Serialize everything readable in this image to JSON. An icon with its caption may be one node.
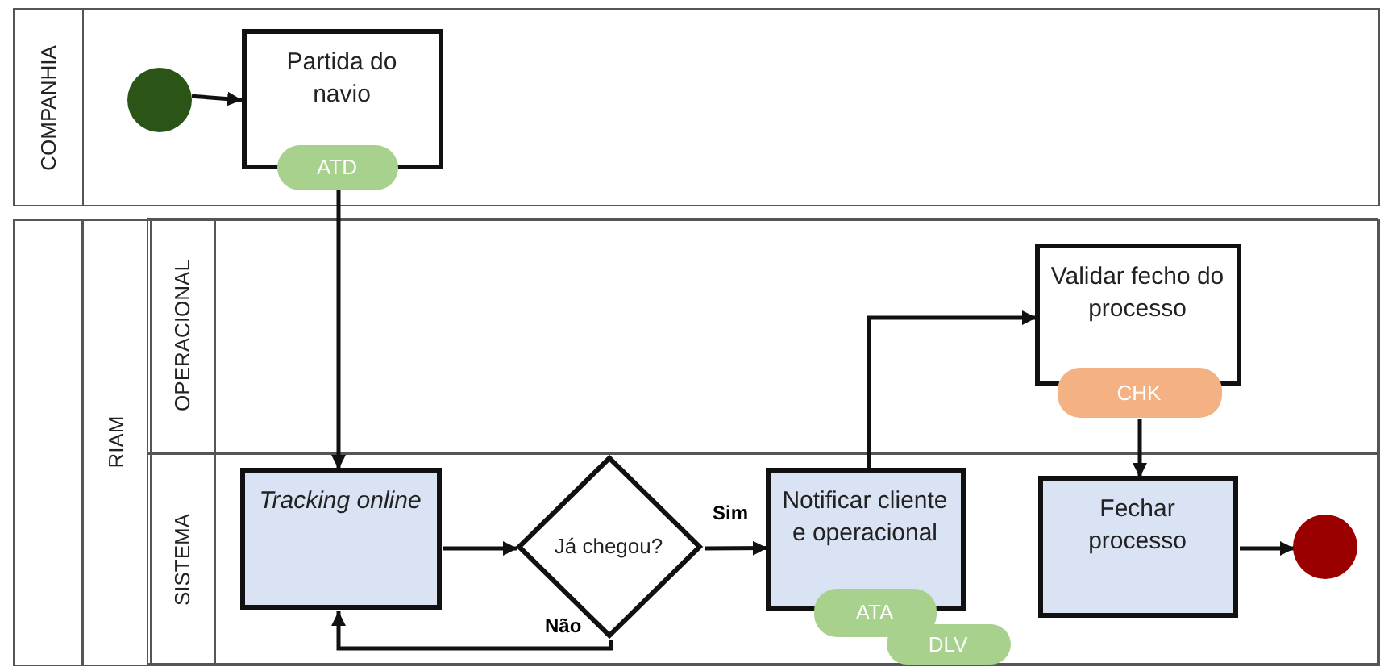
{
  "diagram": {
    "nodes": [
      {
        "text": [
          "COMPANHIA"
        ]
      },
      {
        "text": [],
        "shape": "box"
      },
      {
        "text": [
          "RIAM"
        ],
        "in": 1
      },
      {
        "text": [
          "OPERACIONAL"
        ],
        "in": 2
      },
      {
        "text": [
          "SISTEMA"
        ],
        "in": 2
      },
      {
        "text": [],
        "shape": "circle",
        "in": 0
      },
      {
        "text": [
          "Partida do navio",
          "ATD"
        ],
        "in": 0
      },
      {
        "text": [
          "Tracking online"
        ],
        "in": 4
      },
      {
        "text": [
          "Já chegou?"
        ],
        "in": 4
      },
      {
        "text": [
          "Notificar cliente e operacional",
          "ATA",
          "DLV"
        ],
        "in": 4
      },
      {
        "text": [
          "Validar fecho do processo",
          "CHK"
        ],
        "in": 3
      },
      {
        "text": [
          "Fechar processo"
        ],
        "in": 4
      },
      {
        "text": [],
        "shape": "circle",
        "in": 4
      }
    ],
    "edges": [
      {
        "from": 5,
        "to": 6,
        "arrow": "to"
      },
      {
        "from": 6,
        "to": 7,
        "arrow": "to"
      },
      {
        "from": 7,
        "to": 8,
        "arrow": "to"
      },
      {
        "from": 8,
        "to": 9,
        "arrow": "to",
        "label": "Sim"
      },
      {
        "from": 8,
        "to": 7,
        "arrow": "to",
        "label": "Não"
      },
      {
        "from": 9,
        "to": 10,
        "arrow": "to"
      },
      {
        "from": 10,
        "to": 11,
        "arrow": "to"
      },
      {
        "from": 11,
        "to": 12,
        "arrow": "to"
      }
    ]
  }
}
